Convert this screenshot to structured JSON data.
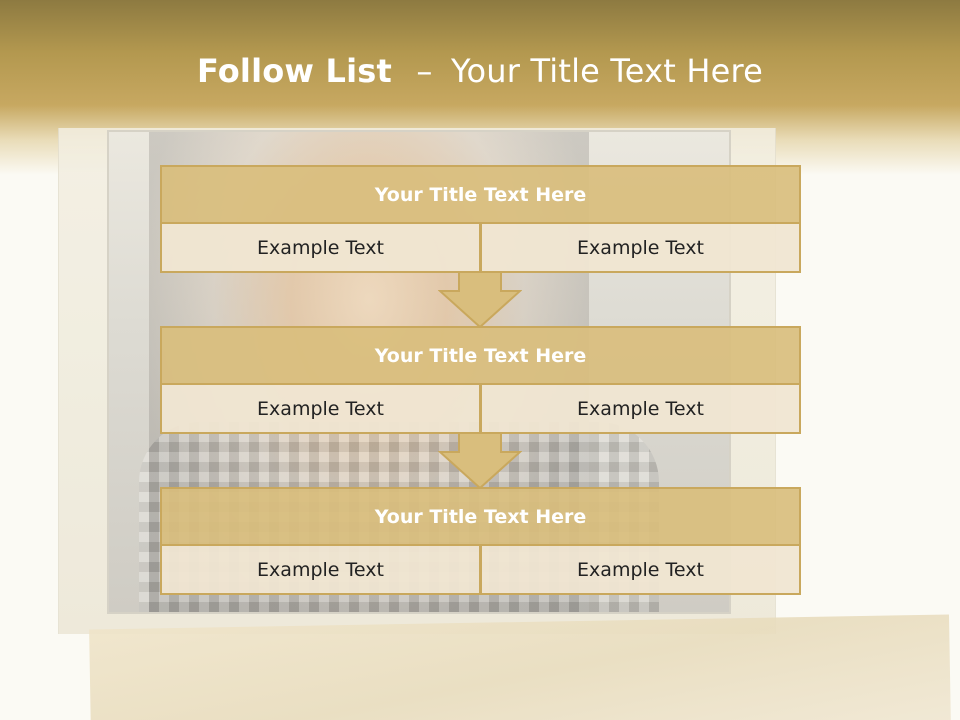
{
  "slide": {
    "title_bold": "Follow List",
    "title_dash": "–",
    "title_rest": "Your Title Text Here"
  },
  "groups": [
    {
      "title": "Your Title Text Here",
      "left": "Example Text",
      "right": "Example Text"
    },
    {
      "title": "Your Title Text Here",
      "left": "Example Text",
      "right": "Example Text"
    },
    {
      "title": "Your Title Text Here",
      "left": "Example Text",
      "right": "Example Text"
    }
  ],
  "colors": {
    "header_band": "#b3984f",
    "box_title_fill": "#d9be7d",
    "box_cell_fill": "#f0e6d2",
    "box_border": "#c9a85d",
    "arrow_fill": "#d9be7d"
  }
}
